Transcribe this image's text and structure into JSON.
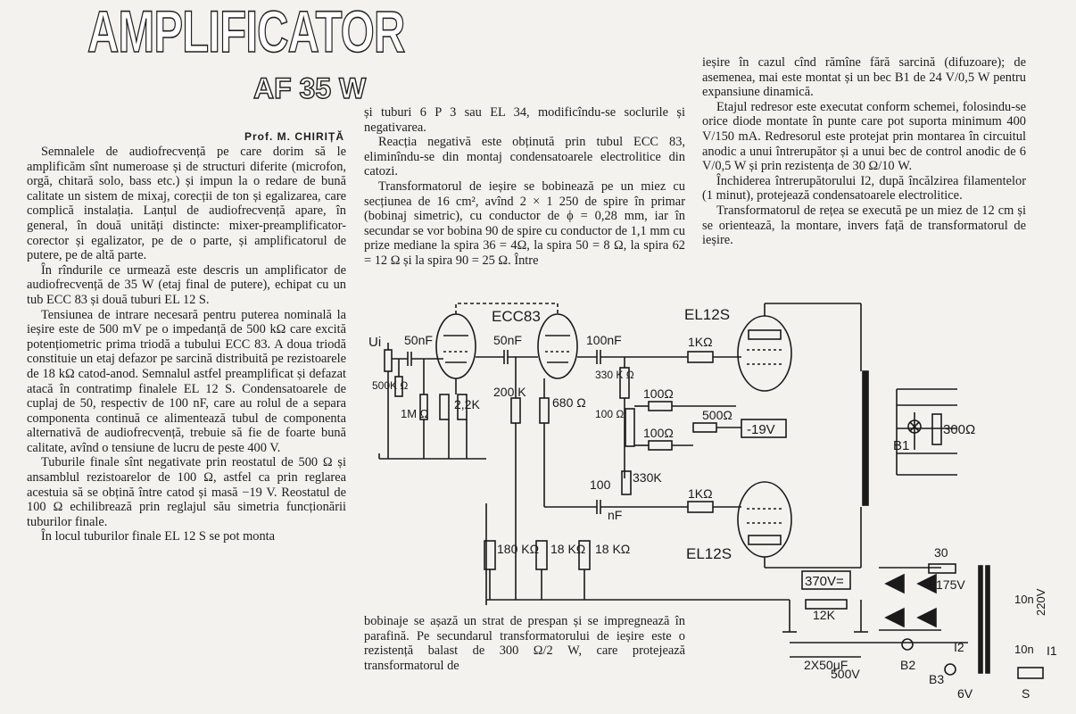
{
  "header": {
    "title": "AMPLIFICATOR",
    "subtitle": "AF 35 W",
    "author": "Prof. M. CHIRIȚĂ"
  },
  "column1": {
    "paragraphs": [
      "Semnalele de audiofrecvență pe care dorim să le amplificăm sînt numeroase și de structuri diferite (microfon, orgă, chitară solo, bass etc.) și impun la o redare de bună calitate un sistem de mixaj, corecții de ton și egalizarea, care complică instalația. Lanțul de audiofrecvență apare, în general, în două unități distincte: mixer-preamplificator-corector și egalizator, pe de o parte, și amplificatorul de putere, pe de altă parte.",
      "În rîndurile ce urmează este descris un amplificator de audiofrecvență de 35 W (etaj final de putere), echipat cu un tub ECC 83 și două tuburi EL 12 S.",
      "Tensiunea de intrare necesară pentru puterea nominală la ieșire este de 500 mV pe o impedanță de 500 kΩ care excită potențiometric prima triodă a tubului ECC 83. A doua triodă constituie un etaj defazor pe sarcină distribuită pe rezistoarele de 18 kΩ catod-anod. Semnalul astfel preamplificat și defazat atacă în contratimp finalele EL 12 S. Condensatoarele de cuplaj de 50, respectiv de 100 nF, care au rolul de a separa componenta continuă ce alimentează tubul de componenta alternativă de audiofrecvență, trebuie să fie de foarte bună calitate, avînd o tensiune de lucru de peste 400 V.",
      "Tuburile finale sînt negativate prin reostatul de 500 Ω și ansamblul rezistoarelor de 100 Ω, astfel ca prin reglarea acestuia să se obțină între catod și masă −19 V. Reostatul de 100 Ω echilibrează prin reglajul său simetria funcționării tuburilor finale.",
      "În locul tuburilor finale EL 12 S se pot monta"
    ]
  },
  "column2_top": {
    "paragraphs": [
      "și tuburi 6 P 3 sau EL 34, modificîndu-se soclurile și negativarea.",
      "Reacția negativă este obținută prin tubul ECC 83, eliminîndu-se din montaj condensatoarele electrolitice din catozi.",
      "Transformatorul de ieșire se bobinează pe un miez cu secțiunea de 16 cm², avînd 2 × 1 250 de spire în primar (bobinaj simetric), cu conductor de ϕ = 0,28 mm, iar în secundar se vor bobina 90 de spire cu conductor de 1,1 mm cu prize mediane la spira 36 = 4Ω, la spira 50 = 8 Ω, la spira 62 = 12 Ω și la spira 90 = 25 Ω. Între"
    ]
  },
  "column2_bottom": {
    "paragraphs": [
      "bobinaje se așază un strat de prespan și se impregnează în parafină. Pe secundarul transformatorului de ieșire este o rezistență balast de 300 Ω/2 W, care protejează transformatorul de"
    ]
  },
  "column3": {
    "paragraphs": [
      "ieșire în cazul cînd rămîne fără sarcină (difuzoare); de asemenea, mai este montat și un bec B1 de 24 V/0,5 W pentru expansiune dinamică.",
      "Etajul redresor este executat conform schemei, folosindu-se orice diode montate în punte care pot suporta minimum 400 V/150 mA. Redresorul este protejat prin montarea în circuitul anodic a unui întrerupător și a unui bec de control anodic de 6 V/0,5 W și prin rezistența de 30 Ω/10 W.",
      "Închiderea întrerupătorului I2, după încălzirea filamentelor (1 minut), protejează condensatoarele electrolitice.",
      "Transformatorul de rețea se execută pe un miez de 12 cm și se orientează, la montare, invers față de transformatorul de ieșire."
    ]
  },
  "schematic": {
    "labels": {
      "ecc83": "ECC83",
      "el12s_top": "EL12S",
      "el12s_bottom": "EL12S",
      "ui": "Ui",
      "c_in": "50nF",
      "c2": "50nF",
      "c3": "100nF",
      "c4": "nF",
      "pot": "500K Ω",
      "r1m": "1M Ω",
      "r22k": "2,2K",
      "r200": "200 K",
      "r680": "680 Ω",
      "r330a": "330 K Ω",
      "r100a": "100Ω",
      "r100b": "100Ω",
      "r100pot": "100 Ω",
      "r500": "500Ω",
      "neg": "-19V",
      "r1k_top": "1KΩ",
      "r1k_bot": "1KΩ",
      "r100c": "100",
      "r330b": "330K",
      "r180": "180 KΩ",
      "r18a": "18 KΩ",
      "r18b": "18 KΩ",
      "b1": "B1",
      "r300": "300Ω",
      "hv": "370V=",
      "r12k": "12K",
      "caps": "2X50μF",
      "v500": "500V",
      "r30": "30",
      "v175": "175V",
      "c10n_a": "10n",
      "c10n_b": "10n",
      "v220": "220V",
      "i2": "I2",
      "i1": "I1",
      "b2": "B2",
      "b3": "B3",
      "v6": "6V",
      "s": "S"
    }
  }
}
